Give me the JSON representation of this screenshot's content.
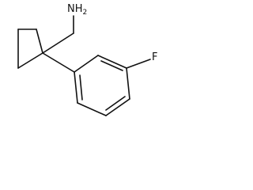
{
  "molecule": {
    "labels": {
      "amine": "NH",
      "amine_subscript": "2",
      "fluorine": "F"
    },
    "colors": {
      "bond": "#111111",
      "background": "#ffffff"
    }
  }
}
